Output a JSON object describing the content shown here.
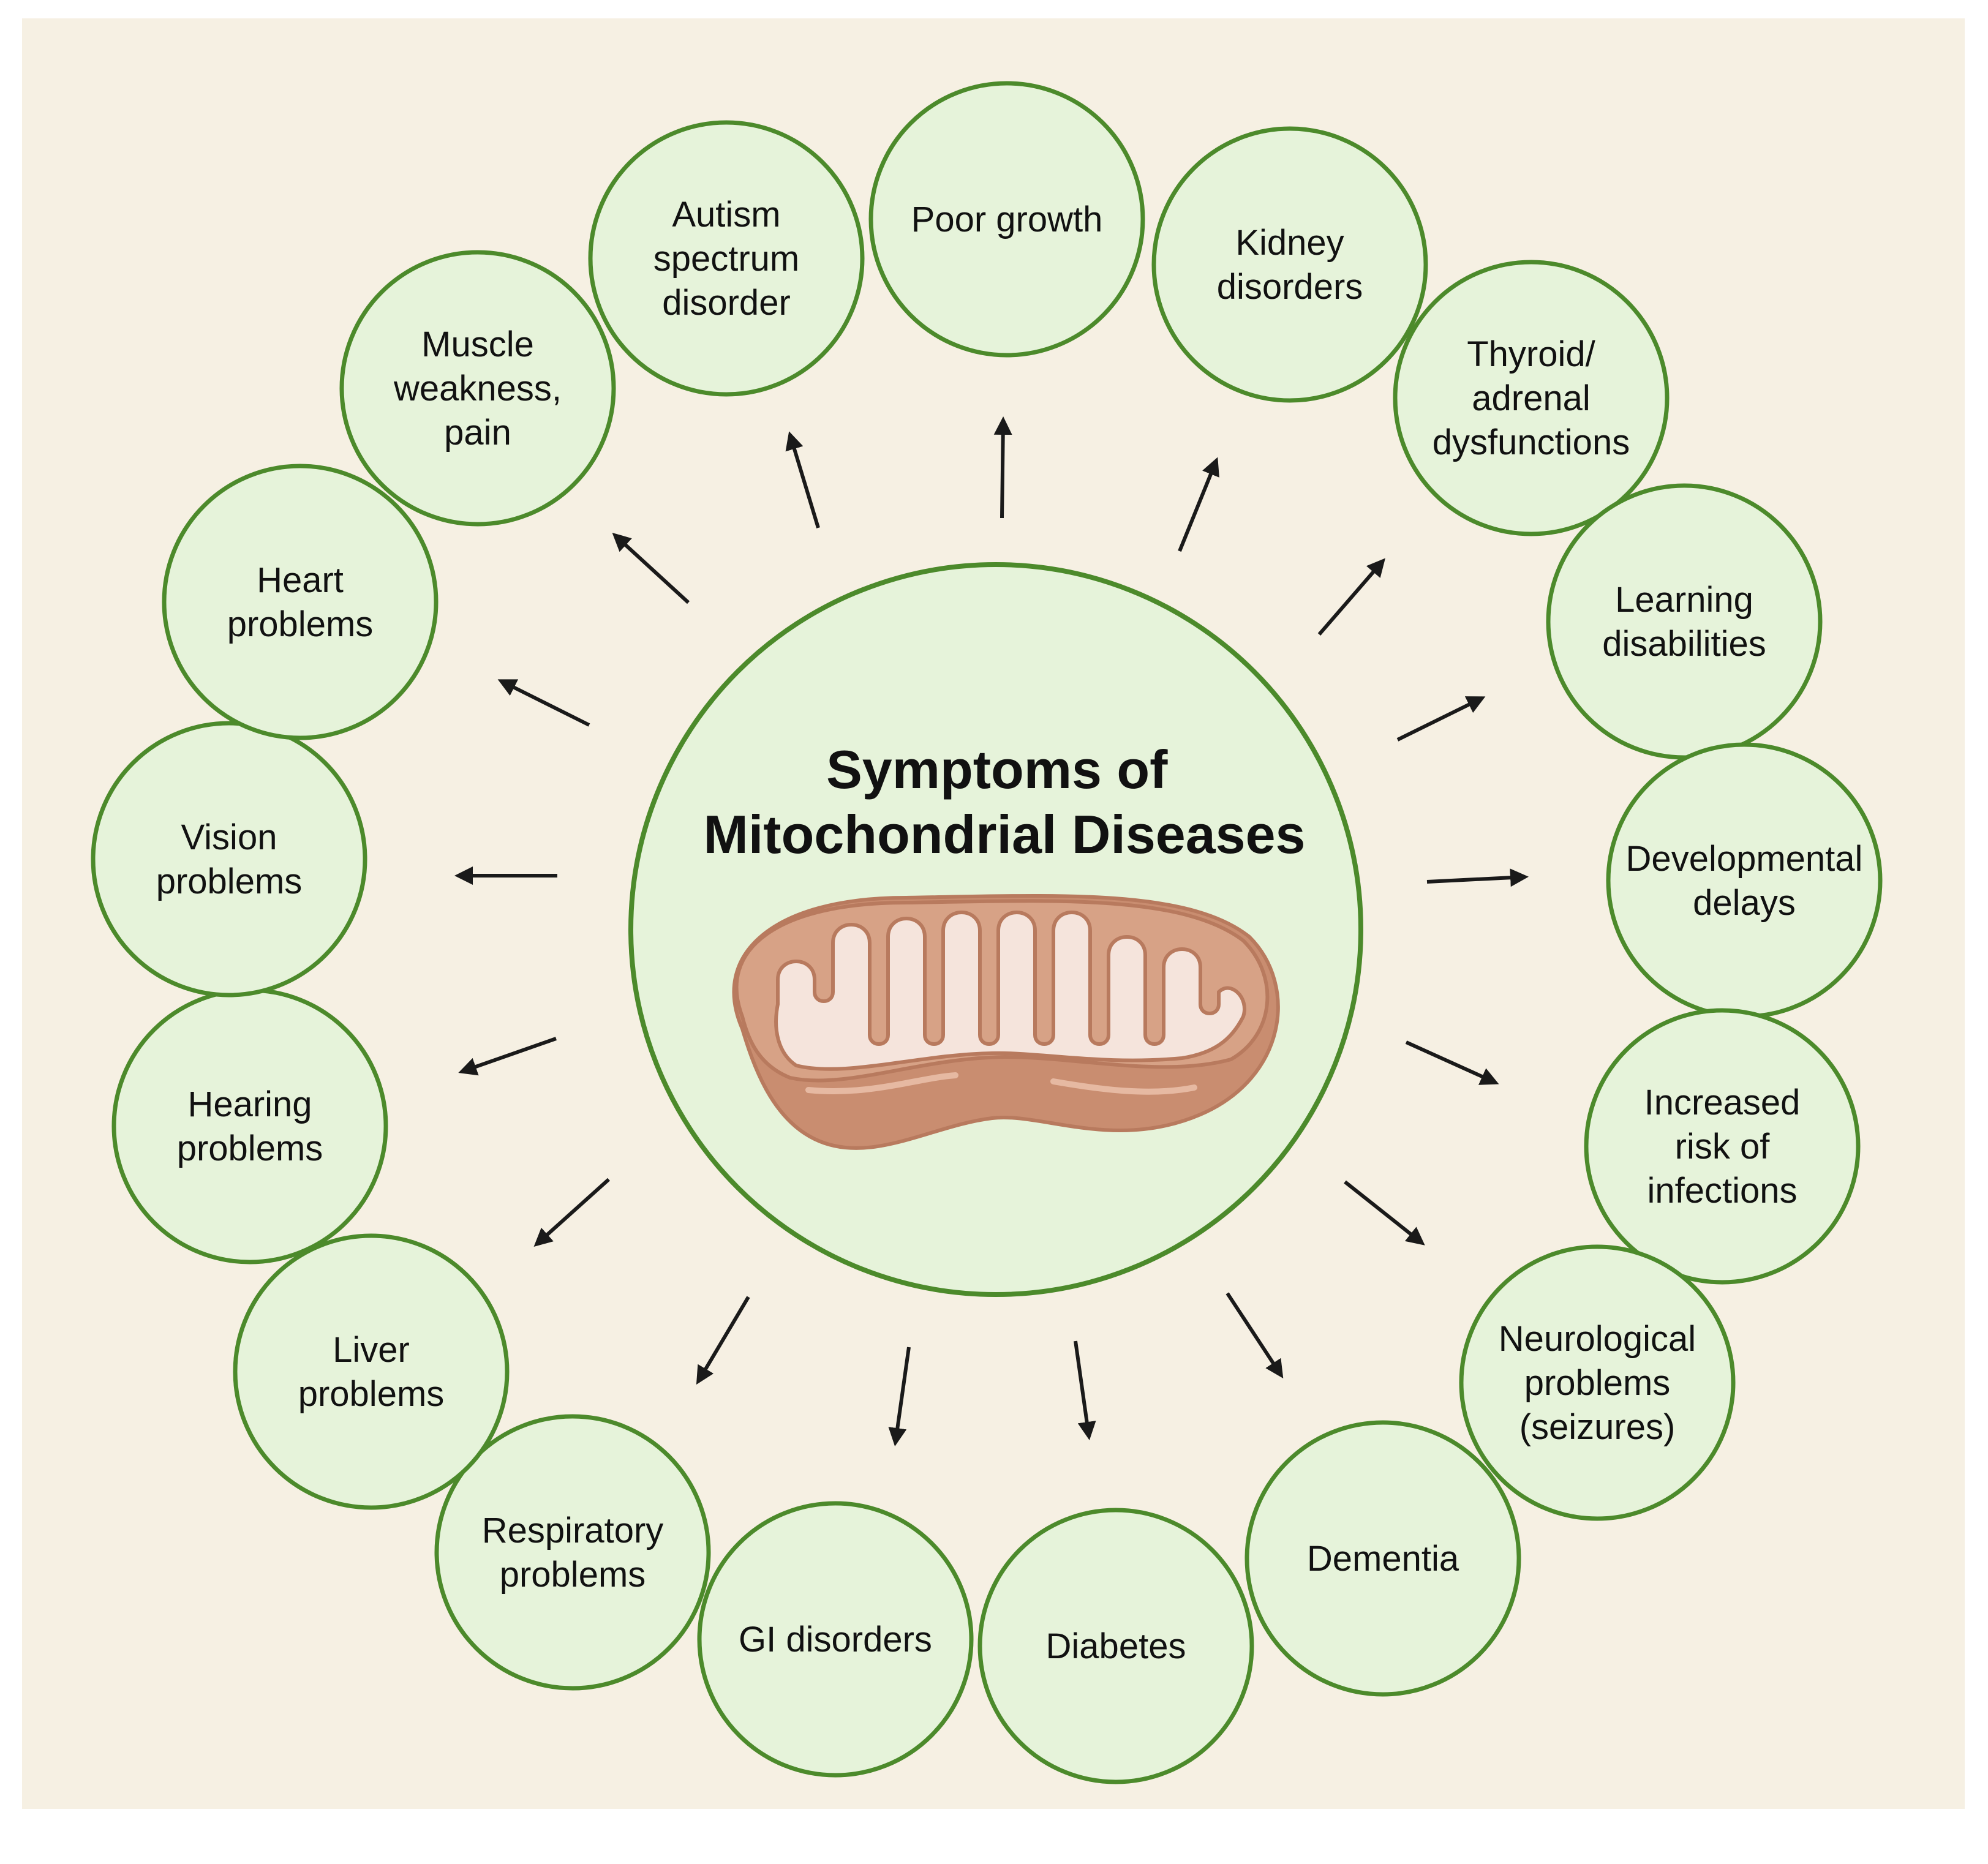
{
  "title": {
    "line1": "Symptoms of",
    "line2": "Mitochondrial Diseases"
  },
  "colors": {
    "background": "#f6f0e3",
    "bubble_fill": "#e6f3da",
    "bubble_stroke": "#4c8a2b",
    "arrow": "#1a1a1a",
    "mito_outer": "#d7a286",
    "mito_outer_dark": "#c98d70",
    "mito_inner": "#f5e4dc",
    "mito_stroke": "#b87a5e"
  },
  "center_icon": "mitochondrion-icon",
  "symptoms": [
    {
      "lines": [
        "Poor growth"
      ]
    },
    {
      "lines": [
        "Kidney",
        "disorders"
      ]
    },
    {
      "lines": [
        "Thyroid/",
        "adrenal",
        "dysfunctions"
      ]
    },
    {
      "lines": [
        "Learning",
        "disabilities"
      ]
    },
    {
      "lines": [
        "Developmental",
        "delays"
      ]
    },
    {
      "lines": [
        "Increased",
        "risk of",
        "infections"
      ]
    },
    {
      "lines": [
        "Neurological",
        "problems",
        "(seizures)"
      ]
    },
    {
      "lines": [
        "Dementia"
      ]
    },
    {
      "lines": [
        "Diabetes"
      ]
    },
    {
      "lines": [
        "GI disorders"
      ]
    },
    {
      "lines": [
        "Respiratory",
        "problems"
      ]
    },
    {
      "lines": [
        "Liver",
        "problems"
      ]
    },
    {
      "lines": [
        "Hearing",
        "problems"
      ]
    },
    {
      "lines": [
        "Vision",
        "problems"
      ]
    },
    {
      "lines": [
        "Heart",
        "problems"
      ]
    },
    {
      "lines": [
        "Muscle",
        "weakness,",
        "pain"
      ]
    },
    {
      "lines": [
        "Autism",
        "spectrum",
        "disorder"
      ]
    }
  ]
}
